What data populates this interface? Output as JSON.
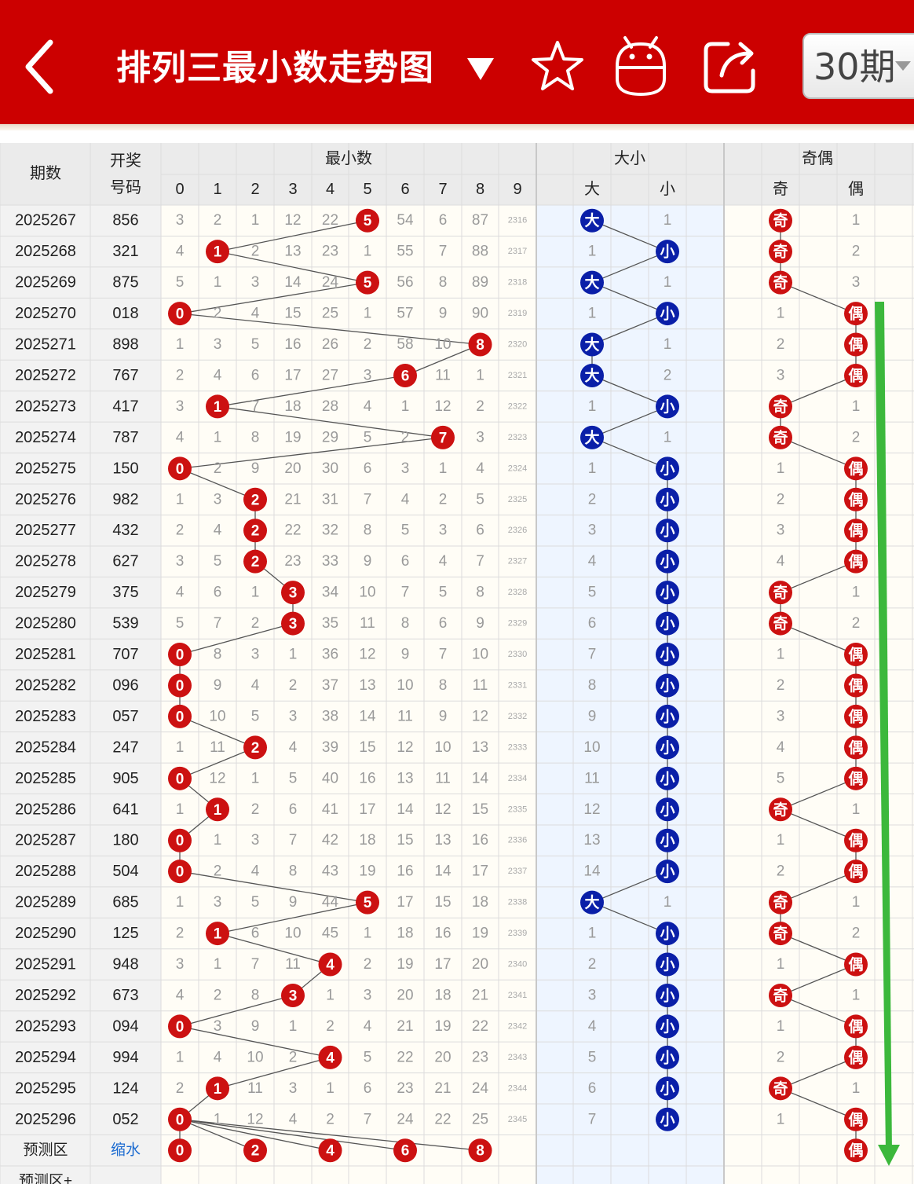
{
  "header": {
    "title": "排列三最小数走势图",
    "period_label": "30期",
    "icons": [
      "back-arrow-icon",
      "caret-down-icon",
      "star-icon",
      "robot-icon",
      "share-icon",
      "chevron-down-icon"
    ]
  },
  "table": {
    "col_issue": "期数",
    "col_number_line1": "开奖",
    "col_number_line2": "号码",
    "group_min": "最小数",
    "group_size": "大小",
    "group_parity": "奇偶",
    "min_digits": [
      "0",
      "1",
      "2",
      "3",
      "4",
      "5",
      "6",
      "7",
      "8",
      "9"
    ],
    "size_labels": [
      "大",
      "小"
    ],
    "parity_labels": [
      "奇",
      "偶"
    ],
    "rows": [
      {
        "issue": "2025267",
        "number": "856",
        "min": [
          "3",
          "2",
          "1",
          "12",
          "22",
          "5",
          "54",
          "6",
          "87",
          "2316"
        ],
        "size": [
          "大",
          "1"
        ],
        "parity": [
          "奇",
          "1"
        ]
      },
      {
        "issue": "2025268",
        "number": "321",
        "min": [
          "4",
          "1",
          "2",
          "13",
          "23",
          "1",
          "55",
          "7",
          "88",
          "2317"
        ],
        "size": [
          "1",
          "小"
        ],
        "parity": [
          "奇",
          "2"
        ]
      },
      {
        "issue": "2025269",
        "number": "875",
        "min": [
          "5",
          "1",
          "3",
          "14",
          "24",
          "5",
          "56",
          "8",
          "89",
          "2318"
        ],
        "size": [
          "大",
          "1"
        ],
        "parity": [
          "奇",
          "3"
        ]
      },
      {
        "issue": "2025270",
        "number": "018",
        "min": [
          "0",
          "2",
          "4",
          "15",
          "25",
          "1",
          "57",
          "9",
          "90",
          "2319"
        ],
        "size": [
          "1",
          "小"
        ],
        "parity": [
          "1",
          "偶"
        ]
      },
      {
        "issue": "2025271",
        "number": "898",
        "min": [
          "1",
          "3",
          "5",
          "16",
          "26",
          "2",
          "58",
          "10",
          "8",
          "2320"
        ],
        "size": [
          "大",
          "1"
        ],
        "parity": [
          "2",
          "偶"
        ]
      },
      {
        "issue": "2025272",
        "number": "767",
        "min": [
          "2",
          "4",
          "6",
          "17",
          "27",
          "3",
          "6",
          "11",
          "1",
          "2321"
        ],
        "size": [
          "大",
          "2"
        ],
        "parity": [
          "3",
          "偶"
        ]
      },
      {
        "issue": "2025273",
        "number": "417",
        "min": [
          "3",
          "1",
          "7",
          "18",
          "28",
          "4",
          "1",
          "12",
          "2",
          "2322"
        ],
        "size": [
          "1",
          "小"
        ],
        "parity": [
          "奇",
          "1"
        ]
      },
      {
        "issue": "2025274",
        "number": "787",
        "min": [
          "4",
          "1",
          "8",
          "19",
          "29",
          "5",
          "2",
          "7",
          "3",
          "2323"
        ],
        "size": [
          "大",
          "1"
        ],
        "parity": [
          "奇",
          "2"
        ]
      },
      {
        "issue": "2025275",
        "number": "150",
        "min": [
          "0",
          "2",
          "9",
          "20",
          "30",
          "6",
          "3",
          "1",
          "4",
          "2324"
        ],
        "size": [
          "1",
          "小"
        ],
        "parity": [
          "1",
          "偶"
        ]
      },
      {
        "issue": "2025276",
        "number": "982",
        "min": [
          "1",
          "3",
          "2",
          "21",
          "31",
          "7",
          "4",
          "2",
          "5",
          "2325"
        ],
        "size": [
          "2",
          "小"
        ],
        "parity": [
          "2",
          "偶"
        ]
      },
      {
        "issue": "2025277",
        "number": "432",
        "min": [
          "2",
          "4",
          "2",
          "22",
          "32",
          "8",
          "5",
          "3",
          "6",
          "2326"
        ],
        "size": [
          "3",
          "小"
        ],
        "parity": [
          "3",
          "偶"
        ]
      },
      {
        "issue": "2025278",
        "number": "627",
        "min": [
          "3",
          "5",
          "2",
          "23",
          "33",
          "9",
          "6",
          "4",
          "7",
          "2327"
        ],
        "size": [
          "4",
          "小"
        ],
        "parity": [
          "4",
          "偶"
        ]
      },
      {
        "issue": "2025279",
        "number": "375",
        "min": [
          "4",
          "6",
          "1",
          "3",
          "34",
          "10",
          "7",
          "5",
          "8",
          "2328"
        ],
        "size": [
          "5",
          "小"
        ],
        "parity": [
          "奇",
          "1"
        ]
      },
      {
        "issue": "2025280",
        "number": "539",
        "min": [
          "5",
          "7",
          "2",
          "3",
          "35",
          "11",
          "8",
          "6",
          "9",
          "2329"
        ],
        "size": [
          "6",
          "小"
        ],
        "parity": [
          "奇",
          "2"
        ]
      },
      {
        "issue": "2025281",
        "number": "707",
        "min": [
          "0",
          "8",
          "3",
          "1",
          "36",
          "12",
          "9",
          "7",
          "10",
          "2330"
        ],
        "size": [
          "7",
          "小"
        ],
        "parity": [
          "1",
          "偶"
        ]
      },
      {
        "issue": "2025282",
        "number": "096",
        "min": [
          "0",
          "9",
          "4",
          "2",
          "37",
          "13",
          "10",
          "8",
          "11",
          "2331"
        ],
        "size": [
          "8",
          "小"
        ],
        "parity": [
          "2",
          "偶"
        ]
      },
      {
        "issue": "2025283",
        "number": "057",
        "min": [
          "0",
          "10",
          "5",
          "3",
          "38",
          "14",
          "11",
          "9",
          "12",
          "2332"
        ],
        "size": [
          "9",
          "小"
        ],
        "parity": [
          "3",
          "偶"
        ]
      },
      {
        "issue": "2025284",
        "number": "247",
        "min": [
          "1",
          "11",
          "2",
          "4",
          "39",
          "15",
          "12",
          "10",
          "13",
          "2333"
        ],
        "size": [
          "10",
          "小"
        ],
        "parity": [
          "4",
          "偶"
        ]
      },
      {
        "issue": "2025285",
        "number": "905",
        "min": [
          "0",
          "12",
          "1",
          "5",
          "40",
          "16",
          "13",
          "11",
          "14",
          "2334"
        ],
        "size": [
          "11",
          "小"
        ],
        "parity": [
          "5",
          "偶"
        ]
      },
      {
        "issue": "2025286",
        "number": "641",
        "min": [
          "1",
          "1",
          "2",
          "6",
          "41",
          "17",
          "14",
          "12",
          "15",
          "2335"
        ],
        "size": [
          "12",
          "小"
        ],
        "parity": [
          "奇",
          "1"
        ]
      },
      {
        "issue": "2025287",
        "number": "180",
        "min": [
          "0",
          "1",
          "3",
          "7",
          "42",
          "18",
          "15",
          "13",
          "16",
          "2336"
        ],
        "size": [
          "13",
          "小"
        ],
        "parity": [
          "1",
          "偶"
        ]
      },
      {
        "issue": "2025288",
        "number": "504",
        "min": [
          "0",
          "2",
          "4",
          "8",
          "43",
          "19",
          "16",
          "14",
          "17",
          "2337"
        ],
        "size": [
          "14",
          "小"
        ],
        "parity": [
          "2",
          "偶"
        ]
      },
      {
        "issue": "2025289",
        "number": "685",
        "min": [
          "1",
          "3",
          "5",
          "9",
          "44",
          "5",
          "17",
          "15",
          "18",
          "2338"
        ],
        "size": [
          "大",
          "1"
        ],
        "parity": [
          "奇",
          "1"
        ]
      },
      {
        "issue": "2025290",
        "number": "125",
        "min": [
          "2",
          "1",
          "6",
          "10",
          "45",
          "1",
          "18",
          "16",
          "19",
          "2339"
        ],
        "size": [
          "1",
          "小"
        ],
        "parity": [
          "奇",
          "2"
        ]
      },
      {
        "issue": "2025291",
        "number": "948",
        "min": [
          "3",
          "1",
          "7",
          "11",
          "4",
          "2",
          "19",
          "17",
          "20",
          "2340"
        ],
        "size": [
          "2",
          "小"
        ],
        "parity": [
          "1",
          "偶"
        ]
      },
      {
        "issue": "2025292",
        "number": "673",
        "min": [
          "4",
          "2",
          "8",
          "3",
          "1",
          "3",
          "20",
          "18",
          "21",
          "2341"
        ],
        "size": [
          "3",
          "小"
        ],
        "parity": [
          "奇",
          "1"
        ]
      },
      {
        "issue": "2025293",
        "number": "094",
        "min": [
          "0",
          "3",
          "9",
          "1",
          "2",
          "4",
          "21",
          "19",
          "22",
          "2342"
        ],
        "size": [
          "4",
          "小"
        ],
        "parity": [
          "1",
          "偶"
        ]
      },
      {
        "issue": "2025294",
        "number": "994",
        "min": [
          "1",
          "4",
          "10",
          "2",
          "4",
          "5",
          "22",
          "20",
          "23",
          "2343"
        ],
        "size": [
          "5",
          "小"
        ],
        "parity": [
          "2",
          "偶"
        ]
      },
      {
        "issue": "2025295",
        "number": "124",
        "min": [
          "2",
          "1",
          "11",
          "3",
          "1",
          "6",
          "23",
          "21",
          "24",
          "2344"
        ],
        "size": [
          "6",
          "小"
        ],
        "parity": [
          "奇",
          "1"
        ]
      },
      {
        "issue": "2025296",
        "number": "052",
        "min": [
          "0",
          "1",
          "12",
          "4",
          "2",
          "7",
          "24",
          "22",
          "25",
          "2345"
        ],
        "size": [
          "7",
          "小"
        ],
        "parity": [
          "1",
          "偶"
        ]
      }
    ],
    "hits": [
      5,
      1,
      5,
      0,
      8,
      6,
      1,
      7,
      0,
      2,
      2,
      2,
      3,
      3,
      0,
      0,
      0,
      2,
      0,
      1,
      0,
      0,
      5,
      1,
      4,
      3,
      0,
      4,
      1,
      0
    ],
    "predict_label": "预测区",
    "predict_link": "缩水",
    "predict_balls": [
      "0",
      "2",
      "4",
      "6",
      "8"
    ],
    "predict_cols": [
      0,
      2,
      4,
      6,
      8
    ],
    "predict_parity": "偶",
    "predict2_label": "预测区+"
  },
  "colors": {
    "brand_red": "#cc0000",
    "ball_red": "#cc1111",
    "ball_blue": "#0a1fa8",
    "trend_green": "#3cb83c",
    "missing_text": "#9a9a9a"
  }
}
